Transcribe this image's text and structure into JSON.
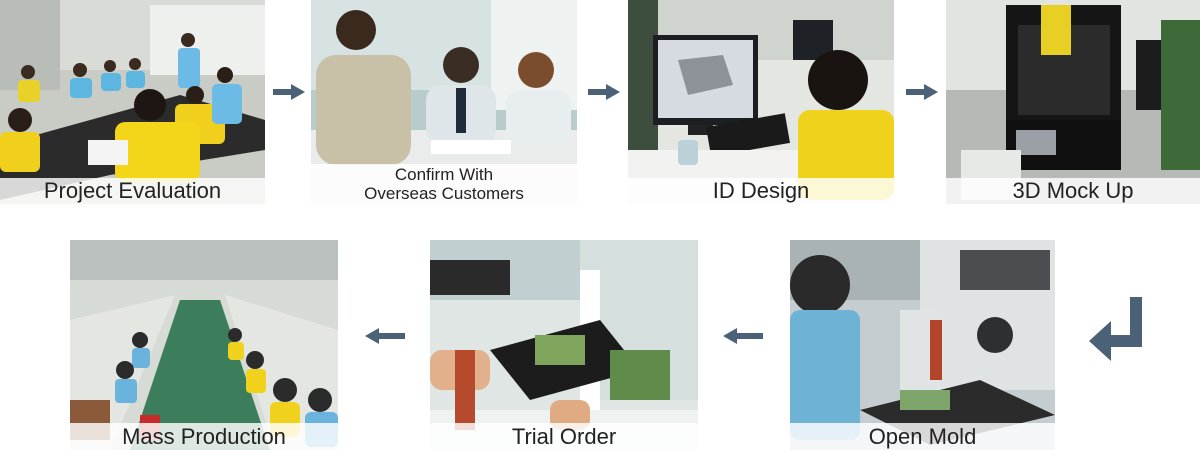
{
  "steps": [
    {
      "label": "Project Evaluation"
    },
    {
      "label_line1": "Confirm With",
      "label_line2": "Overseas Customers"
    },
    {
      "label": "ID Design"
    },
    {
      "label": "3D Mock Up"
    },
    {
      "label": "Open Mold"
    },
    {
      "label": "Trial Order"
    },
    {
      "label": "Mass Production"
    }
  ],
  "colors": {
    "arrow": "#4a6178"
  }
}
